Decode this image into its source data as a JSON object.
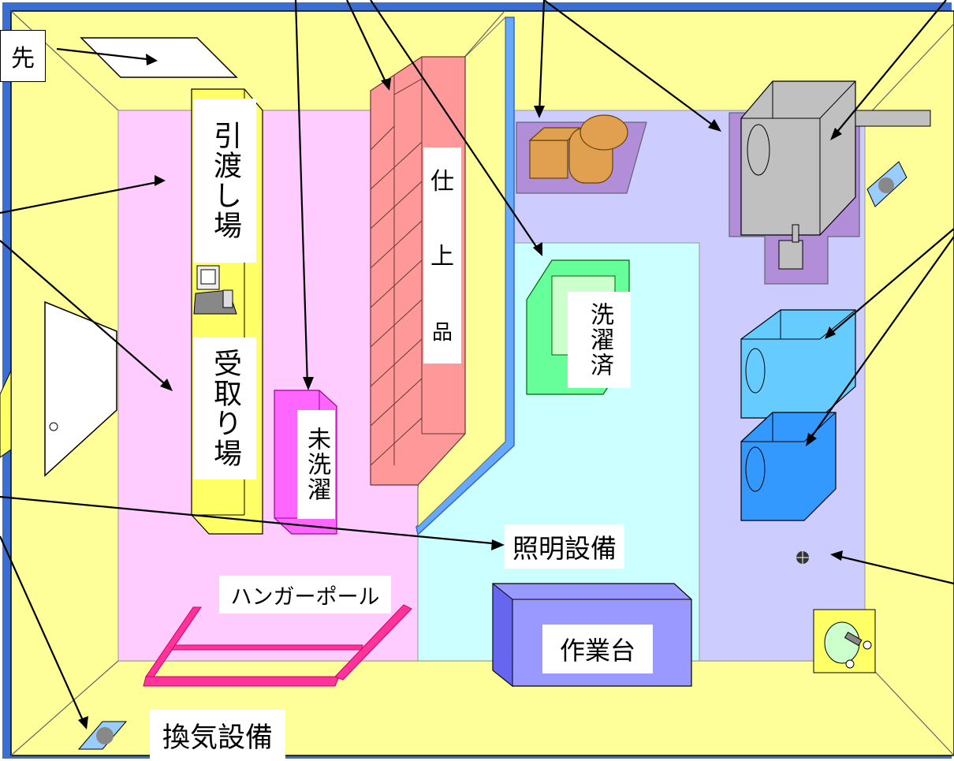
{
  "labels": {
    "hikiwatashi": "引渡し場",
    "uketori": "受取り場",
    "shiagehin_1": "仕",
    "shiagehin_2": "上",
    "shiagehin_3": "品",
    "sentakuzumi": "洗濯済",
    "misentaku": "未洗濯",
    "lighting": "照明設備",
    "hanger_pole": "ハンガーポール",
    "workbench": "作業台",
    "ventilation": "換気設備",
    "callout_topleft": "先"
  },
  "icons": [
    "fan-icon",
    "drain-icon",
    "computer-icon",
    "sink-icon"
  ],
  "colors": {
    "floor_yellow": "#ffff99",
    "wall_blue": "#3366cc",
    "reception_pink": "#ffccff",
    "storage_red": "#ff9999",
    "wash_area_lavender": "#ccccff",
    "finished_area_cyan": "#ccffff",
    "washer_blue": "#66ccff",
    "dryer_gray": "#c0c0c0",
    "workbench_blue": "#9999ff",
    "hanger_magenta": "#ff3399"
  }
}
